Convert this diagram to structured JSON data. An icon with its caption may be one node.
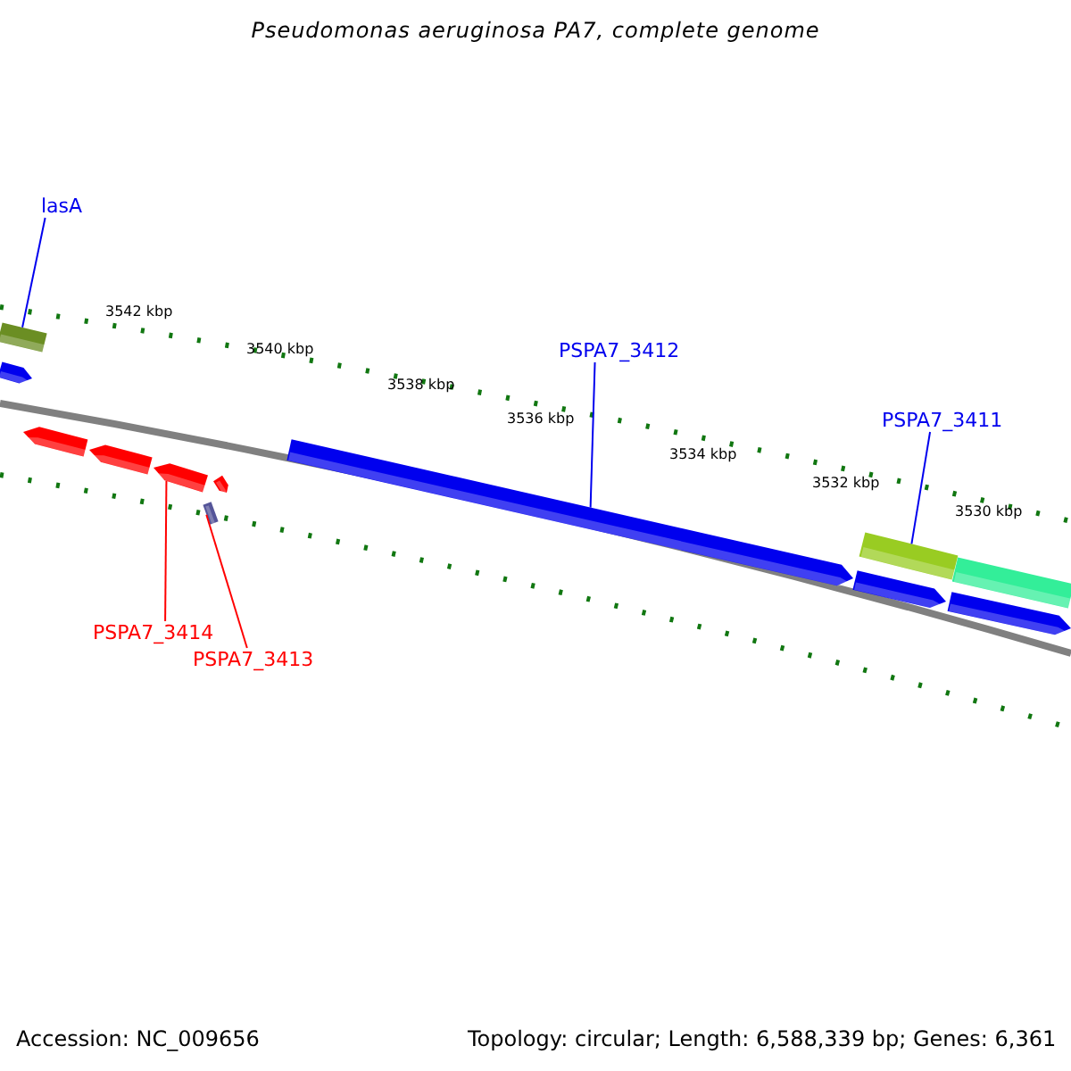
{
  "diagram": {
    "title": "Pseudomonas aeruginosa PA7, complete genome",
    "nodes": [
      {
        "text": [
          "lasA"
        ]
      },
      {
        "text": [],
        "shape": "bar"
      },
      {
        "text": [],
        "shape": "arrow"
      },
      {
        "text": [],
        "shape": "arrow"
      },
      {
        "text": [],
        "shape": "arrow"
      },
      {
        "text": [],
        "shape": "arrow"
      },
      {
        "text": [],
        "shape": "arrow"
      },
      {
        "text": [],
        "shape": "bar"
      },
      {
        "text": [
          "PSPA7_3414"
        ]
      },
      {
        "text": [
          "PSPA7_3413"
        ]
      },
      {
        "text": [],
        "shape": "arrow"
      },
      {
        "text": [
          "PSPA7_3412"
        ]
      },
      {
        "text": [],
        "shape": "bar"
      },
      {
        "text": [],
        "shape": "arrow"
      },
      {
        "text": [],
        "shape": "bar"
      },
      {
        "text": [],
        "shape": "arrow"
      },
      {
        "text": [
          "PSPA7_3411"
        ]
      }
    ],
    "edges": [
      {
        "from": 0,
        "to": 1,
        "arrow": "none"
      },
      {
        "from": 11,
        "to": 10,
        "arrow": "none"
      },
      {
        "from": 16,
        "to": 12,
        "arrow": "none"
      },
      {
        "from": 8,
        "to": 5,
        "arrow": "none",
        "color": "#ff0000"
      },
      {
        "from": 9,
        "to": 7,
        "arrow": "none",
        "color": "#ff0000"
      }
    ],
    "labels": [
      "3542 kbp",
      "3540 kbp",
      "3538 kbp",
      "3536 kbp",
      "3534 kbp",
      "3532 kbp",
      "3530 kbp",
      "Accession: NC_009656",
      "Topology: circular; Length: 6,588,339 bp; Genes: 6,361"
    ]
  }
}
